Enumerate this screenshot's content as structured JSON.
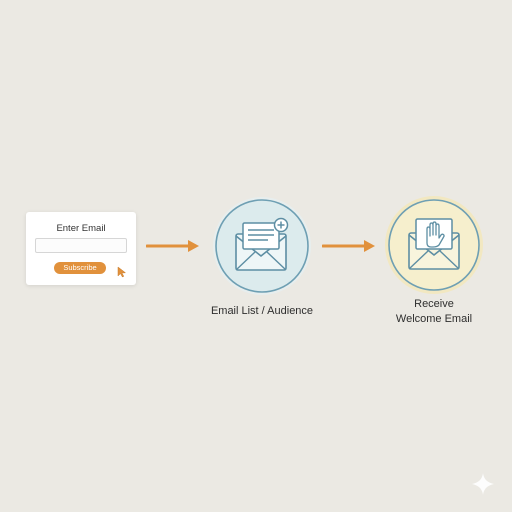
{
  "signup_form": {
    "title": "Enter Email",
    "button_label": "Subscribe",
    "cursor_icon": "pointer-cursor-icon"
  },
  "steps": [
    {
      "label": "Email List / Audience",
      "icon": "envelope-add-icon"
    },
    {
      "label_line1": "Receive",
      "label_line2": "Welcome Email",
      "icon": "envelope-wave-icon"
    }
  ],
  "colors": {
    "background": "#ebe9e3",
    "accent_orange": "#e1913c",
    "circle_teal_fill": "#dcebed",
    "circle_teal_stroke": "#6e9fb3",
    "circle_yellow_fill": "#f6efcd",
    "circle_yellow_glow": "#f7e7a6"
  },
  "decor": {
    "corner_icon": "sparkle-icon"
  }
}
